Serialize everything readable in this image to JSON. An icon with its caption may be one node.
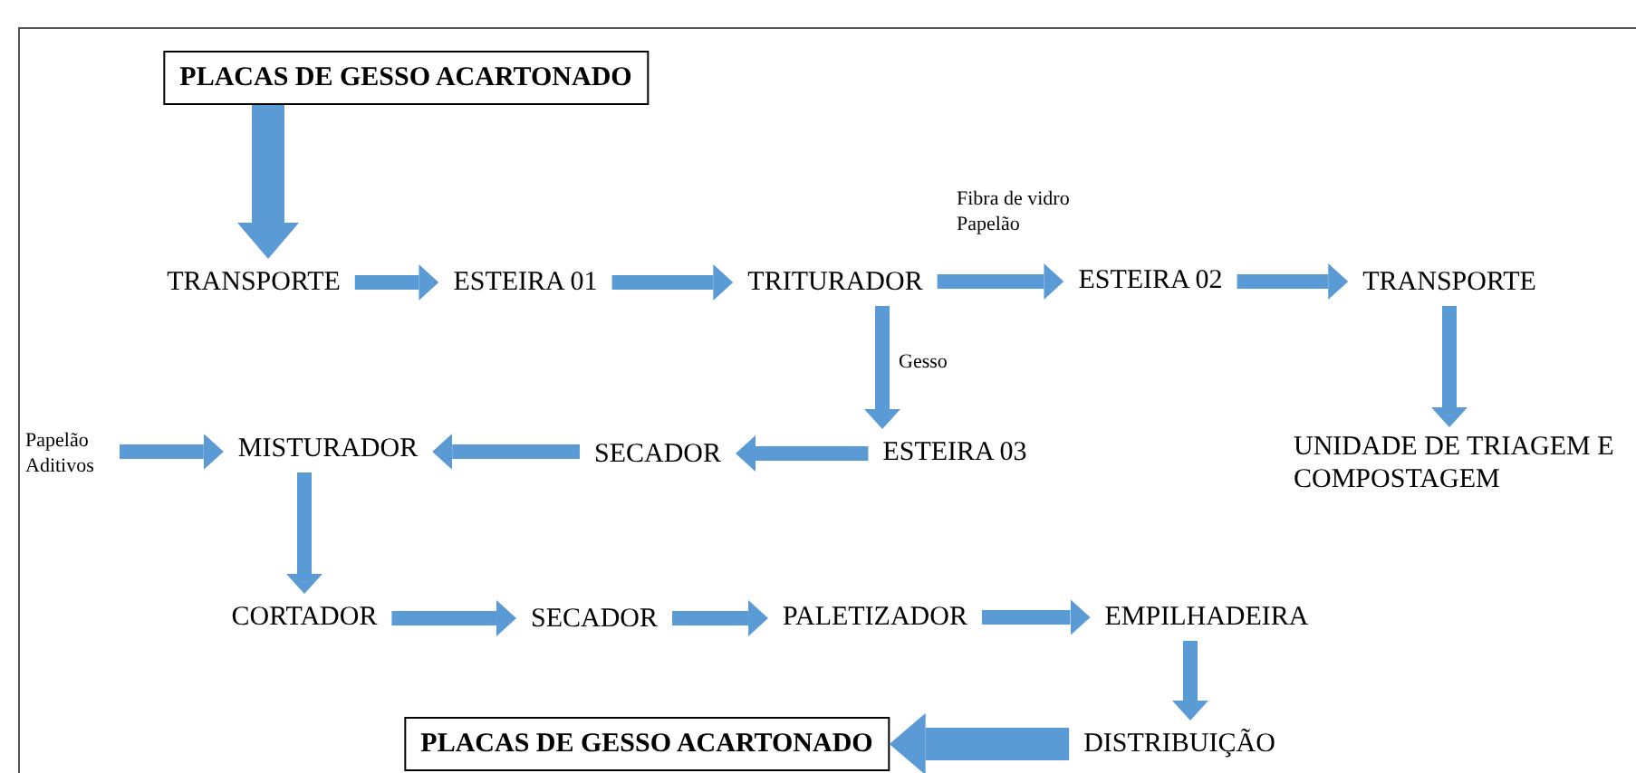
{
  "diagram": {
    "nodes": [
      {
        "text": [
          "PLACAS DE GESSO ACARTONADO"
        ]
      },
      {
        "text": [
          "TRANSPORTE"
        ]
      },
      {
        "text": [
          "ESTEIRA 01"
        ]
      },
      {
        "text": [
          "TRITURADOR"
        ]
      },
      {
        "text": [
          "ESTEIRA 02"
        ]
      },
      {
        "text": [
          "TRANSPORTE"
        ]
      },
      {
        "text": [
          "UNIDADE DE TRIAGEM E COMPOSTAGEM"
        ]
      },
      {
        "text": [
          "ESTEIRA 03"
        ]
      },
      {
        "text": [
          "SECADOR"
        ]
      },
      {
        "text": [
          "MISTURADOR"
        ]
      },
      {
        "text": [
          "Papelão Aditivos"
        ]
      },
      {
        "text": [
          "CORTADOR"
        ]
      },
      {
        "text": [
          "SECADOR"
        ]
      },
      {
        "text": [
          "PALETIZADOR"
        ]
      },
      {
        "text": [
          "EMPILHADEIRA"
        ]
      },
      {
        "text": [
          "DISTRIBUIÇÃO"
        ]
      },
      {
        "text": [
          "PLACAS DE GESSO ACARTONADO"
        ]
      }
    ],
    "edges": [
      {
        "from": 0,
        "to": 1,
        "arrow": "to",
        "style": "thick"
      },
      {
        "from": 1,
        "to": 2,
        "arrow": "to"
      },
      {
        "from": 2,
        "to": 3,
        "arrow": "to"
      },
      {
        "from": 3,
        "to": 4,
        "arrow": "to",
        "label": "Fibra de vidro Papelão"
      },
      {
        "from": 4,
        "to": 5,
        "arrow": "to"
      },
      {
        "from": 5,
        "to": 6,
        "arrow": "to"
      },
      {
        "from": 3,
        "to": 7,
        "arrow": "to",
        "label": "Gesso"
      },
      {
        "from": 7,
        "to": 8,
        "arrow": "to"
      },
      {
        "from": 8,
        "to": 9,
        "arrow": "to"
      },
      {
        "from": 10,
        "to": 9,
        "arrow": "to"
      },
      {
        "from": 9,
        "to": 11,
        "arrow": "to"
      },
      {
        "from": 11,
        "to": 12,
        "arrow": "to"
      },
      {
        "from": 12,
        "to": 13,
        "arrow": "to"
      },
      {
        "from": 13,
        "to": 14,
        "arrow": "to"
      },
      {
        "from": 14,
        "to": 15,
        "arrow": "to"
      },
      {
        "from": 15,
        "to": 16,
        "arrow": "to",
        "style": "thick"
      }
    ]
  }
}
